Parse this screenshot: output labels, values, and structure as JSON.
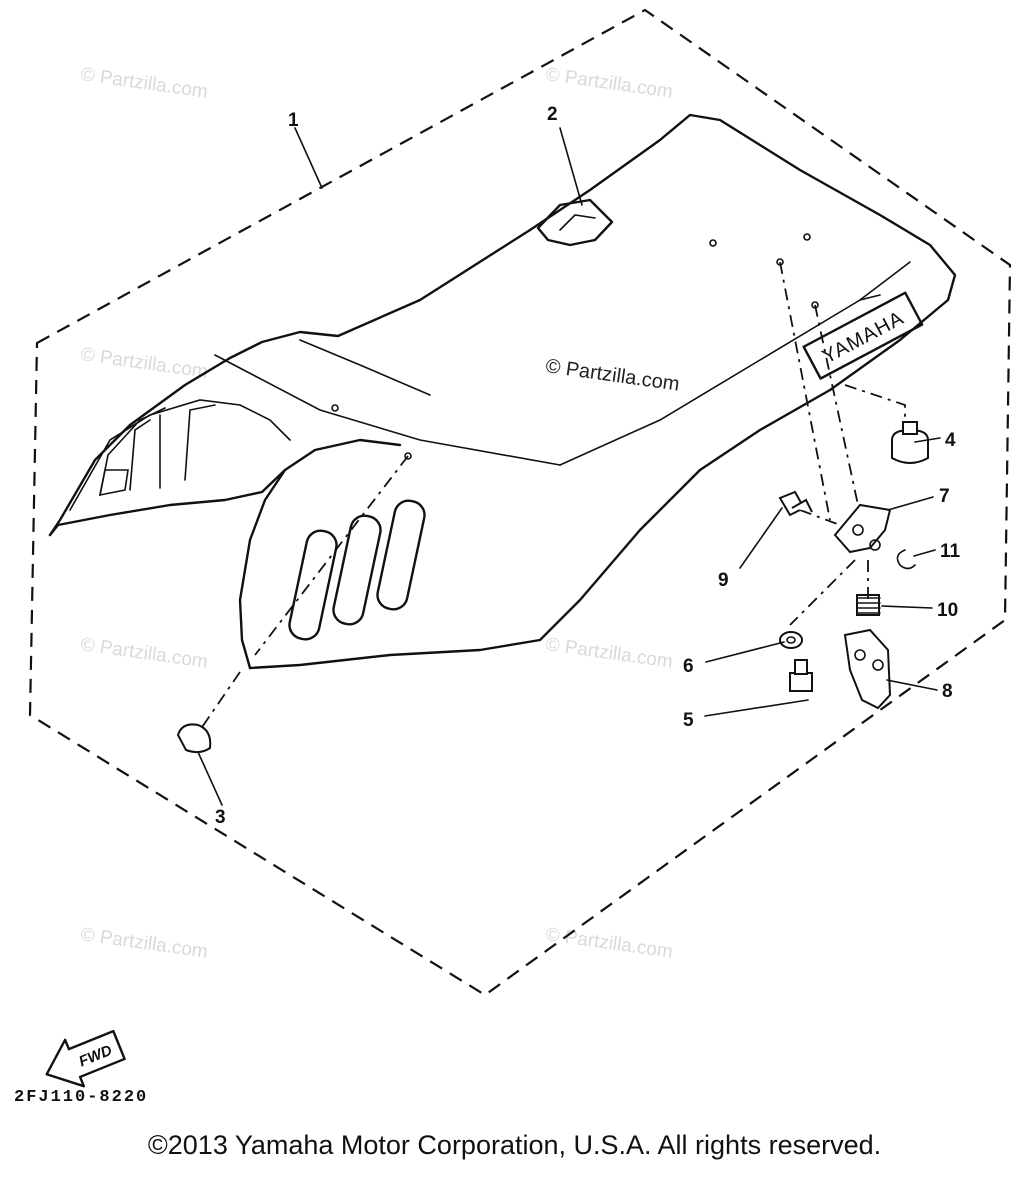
{
  "callouts": [
    "1",
    "2",
    "3",
    "4",
    "5",
    "6",
    "7",
    "8",
    "9",
    "10",
    "11"
  ],
  "seat_brand_text": "YAMAHA",
  "fwd_label": "FWD",
  "drawing_code": "2FJ110-8220",
  "watermark_small": "© Partzilla.com",
  "watermark_center": "© Partzilla.com",
  "copyright": "©2013 Yamaha Motor Corporation, U.S.A. All rights reserved."
}
